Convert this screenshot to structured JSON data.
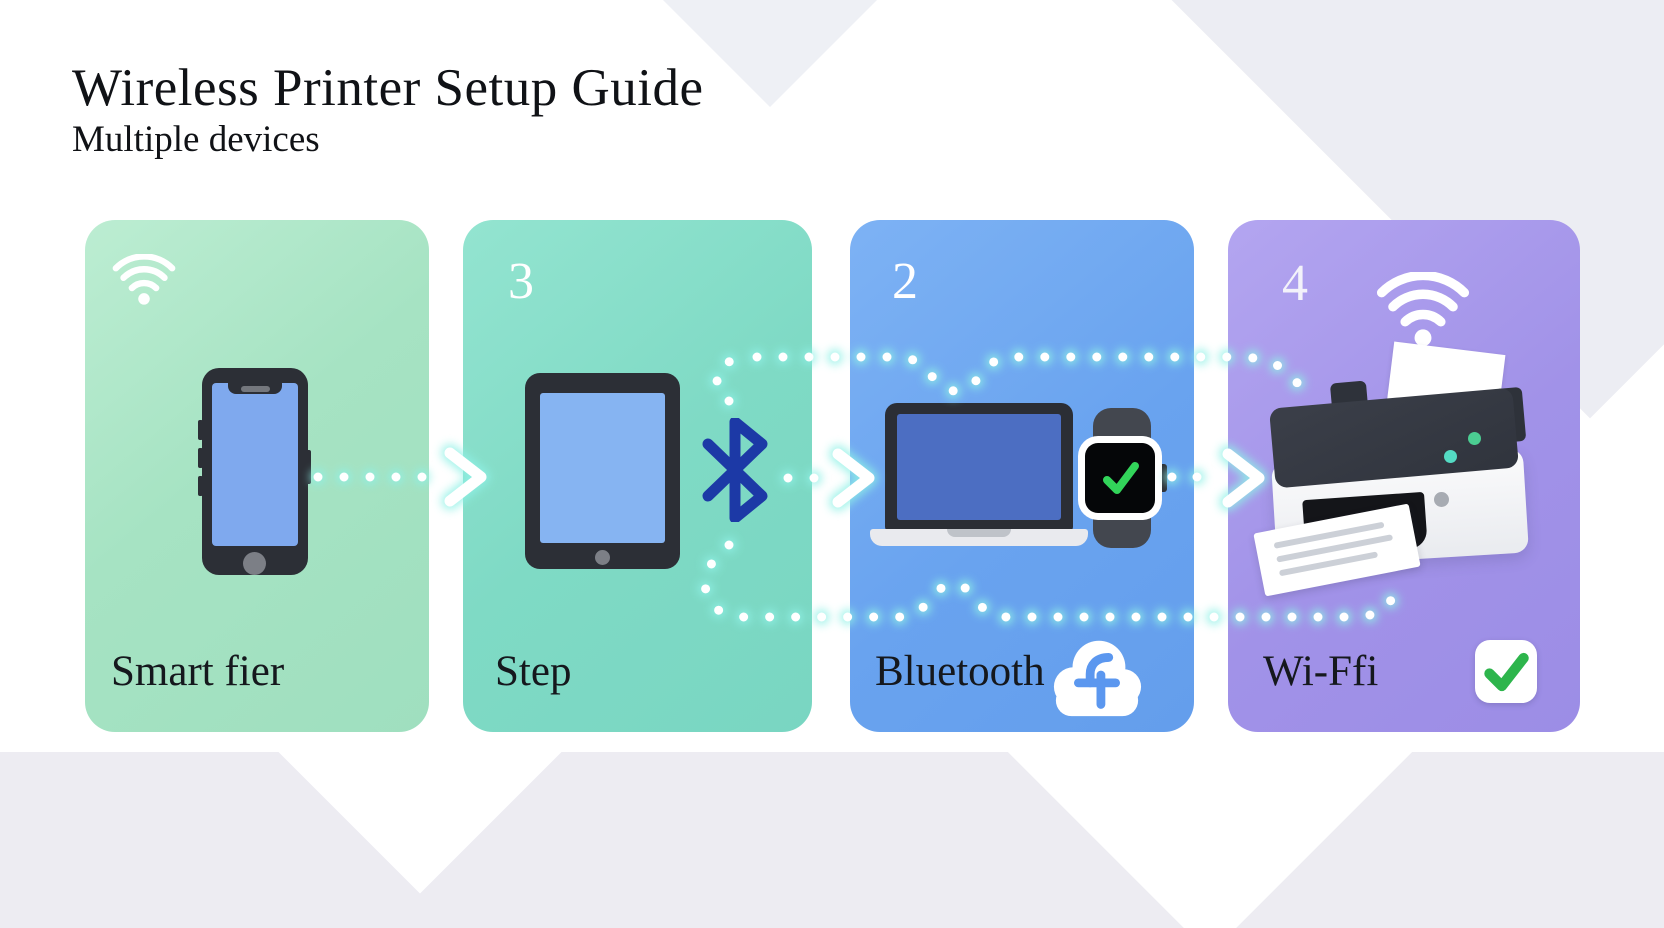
{
  "title": "Wireless Printer Setup Guide",
  "subtitle": "Multiple devices",
  "cards": [
    {
      "number": "",
      "label": "Smart fier",
      "device": "smartphone",
      "corner_icon": "wifi"
    },
    {
      "number": "3",
      "label": "Step",
      "device": "tablet"
    },
    {
      "number": "2",
      "label": "Bluetooth",
      "device": "laptop-with-smartwatch",
      "corner_icon": "cloud-sync"
    },
    {
      "number": "4",
      "label": "Wi-Ffi",
      "device": "printer",
      "header_icon": "wifi",
      "corner_icon": "check-badge"
    }
  ],
  "connectors": {
    "style": "glowing-dotted-lines-with-arrows",
    "arrow_count": 3,
    "bluetooth_symbol_between": "card-2-and-card-3"
  },
  "colors": {
    "card1_green": "#a6e3c3",
    "card2_teal": "#7fdac5",
    "card3_blue": "#69a3ef",
    "card4_purple": "#a192e8",
    "bluetooth_navy": "#1c39a6",
    "check_green": "#2db54c",
    "dot_glow_cyan": "#8ff1e6",
    "led_teal": "#54dbc4",
    "led_green": "#4bcd92",
    "cloud_glyph_blue": "#5b97ef"
  }
}
